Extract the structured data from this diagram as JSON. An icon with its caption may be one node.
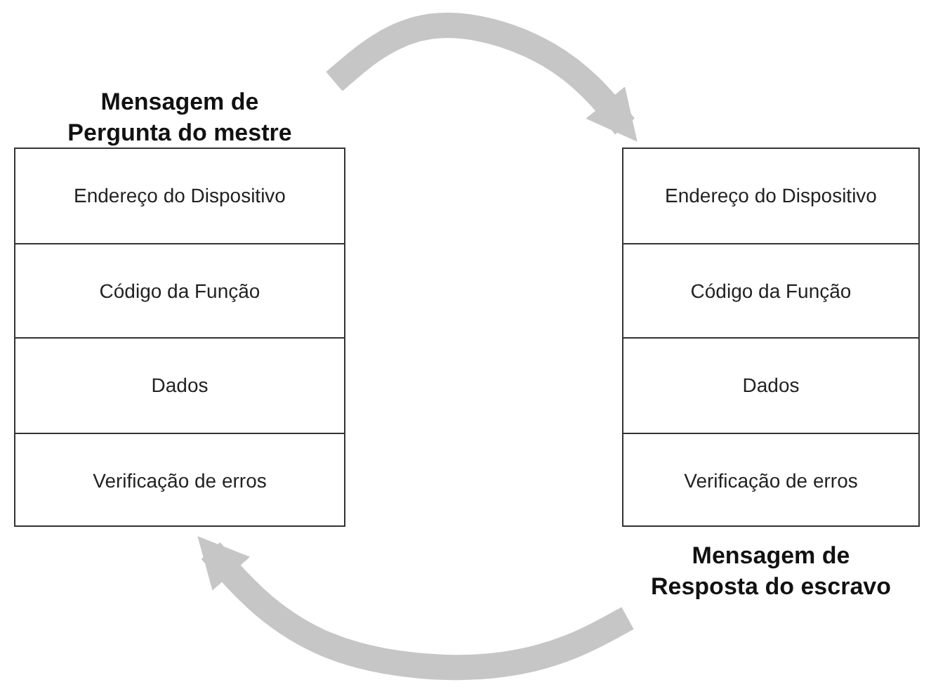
{
  "diagram": {
    "nodes": [
      {
        "text": [
          "Mensagem de Pergunta do mestre"
        ]
      },
      {
        "text": [
          "Endereço do Dispositivo"
        ],
        "in": 0
      },
      {
        "text": [
          "Código da Função"
        ],
        "in": 0
      },
      {
        "text": [
          "Dados"
        ],
        "in": 0
      },
      {
        "text": [
          "Verificação de erros"
        ],
        "in": 0
      },
      {
        "text": [
          "Mensagem de Resposta do escravo"
        ]
      },
      {
        "text": [
          "Endereço do Dispositivo"
        ],
        "in": 5
      },
      {
        "text": [
          "Código da Função"
        ],
        "in": 5
      },
      {
        "text": [
          "Dados"
        ],
        "in": 5
      },
      {
        "text": [
          "Verificação de erros"
        ],
        "in": 5
      }
    ],
    "edges": [
      {
        "from": 0,
        "to": 5,
        "arrow": "to"
      },
      {
        "from": 5,
        "to": 0,
        "arrow": "to"
      }
    ]
  }
}
